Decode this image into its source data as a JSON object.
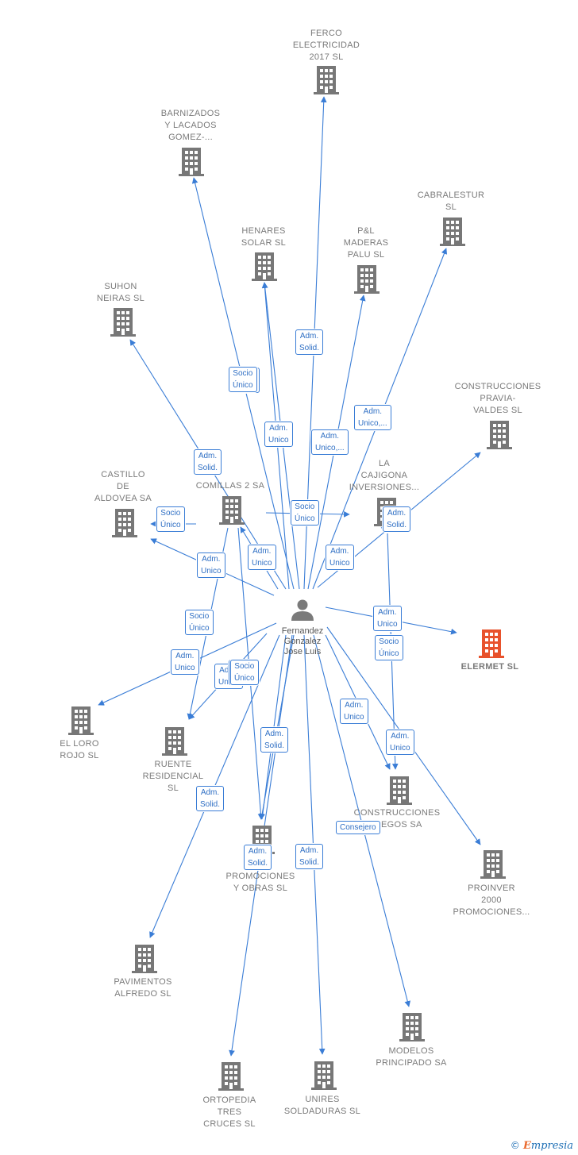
{
  "colors": {
    "edge": "#3a7dd6",
    "building": "#777777",
    "target": "#e8522c",
    "person": "#7a7a7a"
  },
  "center_person": {
    "label": "Fernandez\nGonzalez\nJose Luis",
    "icon": "person-icon"
  },
  "companies": [
    {
      "id": "ferco",
      "label": "FERCO\nELECTRICIDAD\n2017  SL",
      "icon": "building-icon"
    },
    {
      "id": "barnizados",
      "label": "BARNIZADOS\nY LACADOS\nGOMEZ-...",
      "icon": "building-icon"
    },
    {
      "id": "cabralestur",
      "label": "CABRALESTUR\nSL",
      "icon": "building-icon"
    },
    {
      "id": "henares",
      "label": "HENARES\nSOLAR  SL",
      "icon": "building-icon"
    },
    {
      "id": "pl_maderas",
      "label": "P&L\nMADERAS\nPALU SL",
      "icon": "building-icon"
    },
    {
      "id": "suhon",
      "label": "SUHON\nNEIRAS  SL",
      "icon": "building-icon"
    },
    {
      "id": "pravia",
      "label": "CONSTRUCCIONES\nPRAVIA-\nVALDES  SL",
      "icon": "building-icon"
    },
    {
      "id": "castillo",
      "label": "CASTILLO\nDE\nALDOVEA SA",
      "icon": "building-icon"
    },
    {
      "id": "comillas",
      "label": "COMILLAS 2 SA",
      "icon": "building-icon"
    },
    {
      "id": "cajigona",
      "label": "LA\nCAJIGONA\nINVERSIONES...",
      "icon": "building-icon"
    },
    {
      "id": "elermet",
      "label": "ELERMET  SL",
      "icon": "building-icon",
      "highlight": true
    },
    {
      "id": "el_loro",
      "label": "EL LORO\nROJO SL",
      "icon": "building-icon"
    },
    {
      "id": "ruente",
      "label": "RUENTE\nRESIDENCIAL\nSL",
      "icon": "building-icon"
    },
    {
      "id": "const_riegos",
      "label": "CONSTRUCCIONES\nRIEGOS SA",
      "icon": "building-icon"
    },
    {
      "id": "promociones",
      "label": "S...\nPROMOCIONES\nY OBRAS  SL",
      "icon": "building-icon"
    },
    {
      "id": "proinver",
      "label": "PROINVER\n2000\nPROMOCIONES...",
      "icon": "building-icon"
    },
    {
      "id": "pavimentos",
      "label": "PAVIMENTOS\nALFREDO SL",
      "icon": "building-icon"
    },
    {
      "id": "modelos",
      "label": "MODELOS\nPRINCIPADO SA",
      "icon": "building-icon"
    },
    {
      "id": "ortopedia",
      "label": "ORTOPEDIA\nTRES\nCRUCES  SL",
      "icon": "building-icon"
    },
    {
      "id": "unires",
      "label": "UNIRES\nSOLDADURAS SL",
      "icon": "building-icon"
    }
  ],
  "relations": [
    {
      "to": "ferco",
      "label": "Adm.\nSolid."
    },
    {
      "to": "barnizados",
      "label": "Socio\nÚnico"
    },
    {
      "to": "henares",
      "label": "Socio\nÚnico"
    },
    {
      "to": "henares",
      "label": "Adm.\nUnico"
    },
    {
      "to": "pl_maderas",
      "label": "Adm.\nUnico,..."
    },
    {
      "to": "cabralestur",
      "label": "Adm.\nUnico,..."
    },
    {
      "to": "suhon",
      "label": "Adm.\nSolid."
    },
    {
      "to": "pravia",
      "label": "Adm.\nUnico"
    },
    {
      "to": "castillo",
      "label": "Adm.\nUnico"
    },
    {
      "to": "comillas",
      "label": "Adm.\nUnico"
    },
    {
      "to": "cajigona",
      "label": "Socio\nÚnico"
    },
    {
      "to": "cajigona",
      "label": "Adm.\nSolid."
    },
    {
      "to": "elermet",
      "label": "Adm.\nUnico"
    },
    {
      "to": "el_loro",
      "label": "Adm.\nUnico"
    },
    {
      "to": "ruente",
      "label": "Adm.\nUnico"
    },
    {
      "to": "ruente",
      "label": "Socio\nÚnico"
    },
    {
      "to": "const_riegos",
      "label": "Adm.\nUnico"
    },
    {
      "to": "const_riegos",
      "label": "Socio\nÚnico"
    },
    {
      "to": "promociones",
      "label": "Adm.\nUnico"
    },
    {
      "to": "promociones",
      "label": "Adm.\nSolid."
    },
    {
      "to": "proinver",
      "label": "Adm.\nUnico"
    },
    {
      "to": "pavimentos",
      "label": "Adm.\nSolid."
    },
    {
      "to": "modelos",
      "label": "Consejero"
    },
    {
      "to": "ortopedia",
      "label": "Adm.\nSolid."
    },
    {
      "to": "unires",
      "label": "Adm.\nSolid."
    },
    {
      "to": "castillo",
      "label": "Socio\nÚnico"
    },
    {
      "to": "promociones",
      "label": "Socio\nÚnico"
    }
  ],
  "footer": {
    "copyright": "©",
    "brand_e": "E",
    "brand_rest": "mpresia"
  }
}
